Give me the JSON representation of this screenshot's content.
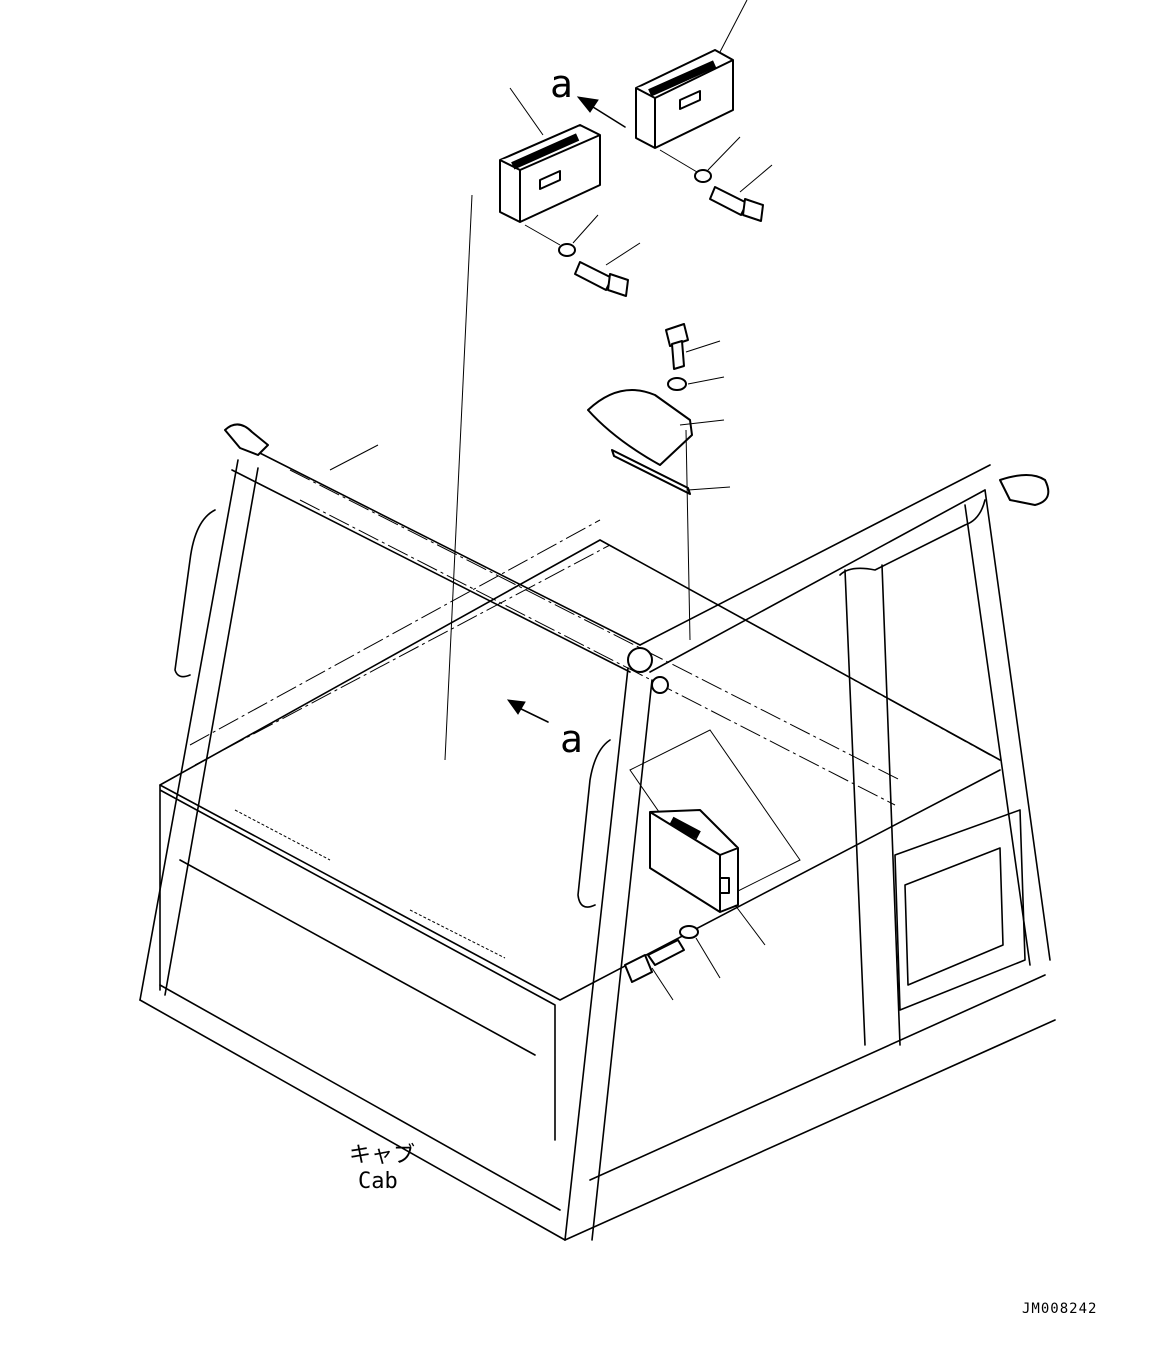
{
  "labels": {
    "view_arrow_top": "a",
    "view_arrow_bottom": "a",
    "cab_japanese": "キャブ",
    "cab_english": "Cab",
    "drawing_code": "JM008242"
  }
}
